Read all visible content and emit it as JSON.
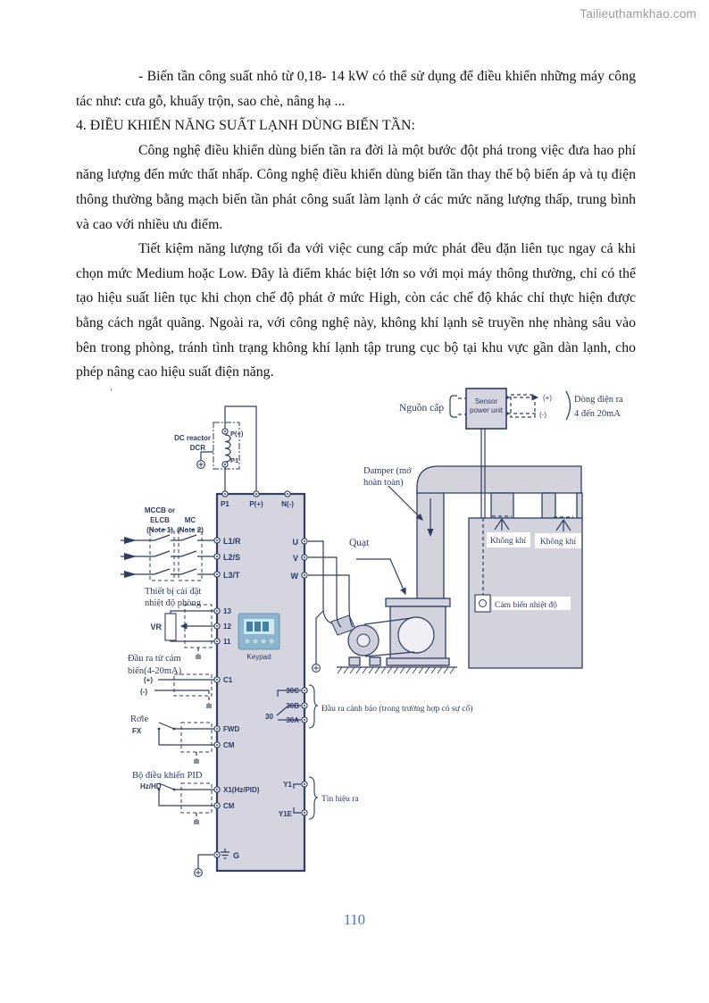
{
  "watermark": "Tailieuthamkhao.com",
  "page_number": "110",
  "paragraphs": {
    "p1": "- Biến tần công suất nhỏ từ 0,18- 14 kW có thể sử dụng để điều khiển những máy công tác như: cưa gỗ, khuấy trộn, sao chè, nâng hạ ...",
    "heading": "4. ĐIỀU KHIỂN NĂNG SUẤT LẠNH DÙNG BIẾN TẦN:",
    "p2": "Công nghệ điều khiển dùng biến tần ra đời là một bước đột phá trong việc đưa hao phí năng lượng đến mức thất nhấp. Công nghệ điều khiển dùng biến tần thay thế bộ biến áp và tụ điện thông thường bằng mạch biến tần phát công suất làm lạnh ở các mức năng lượng thấp, trung bình và cao với nhiều ưu điểm.",
    "p3": "Tiết kiệm năng lượng tối đa với việc cung cấp mức phát đều đặn liên tục ngay cả khi chọn mức Medium hoặc Low. Đây là điểm khác biệt lớn so với mọi máy thông thường, chỉ có thể tạo hiệu suất liên tục khi chọn chế độ phát ở mức High, còn các chế độ khác chỉ thực hiện được bằng cách ngắt quãng. Ngoài ra, với công nghệ này, không khí lạnh sẽ truyền nhẹ nhàng sâu vào bên trong phòng, tránh tình trạng không khí lạnh tập trung cục bộ tại khu vực gần dàn lạnh, cho phép nâng cao hiệu suất điện năng."
  },
  "colors": {
    "diagram_line": "#303d63",
    "inverter_fill": "#d4d5e1",
    "duct_fill": "#d2d3dc",
    "page_number": "#4a74c0",
    "watermark": "#9b9b9b",
    "keypad_blue": "#8cb4cd"
  },
  "diagram": {
    "labels": {
      "stray": "’",
      "dc_reactor_1": "DC reactor",
      "dc_reactor_2": "DCR",
      "reactor_p_plus": "P(+)",
      "reactor_p1": "P1",
      "term_p1": "P1",
      "term_p_plus": "P(+)",
      "term_n_minus": "N(-)",
      "mccb_1": "MCCB or",
      "mccb_2": "ELCB",
      "mccb_3": "(Note 1)",
      "mc_1": "MC",
      "mc_2": "(Note 2)",
      "l1r": "L1/R",
      "l2s": "L2/S",
      "l3t": "L3/T",
      "u": "U",
      "v": "V",
      "w": "W",
      "room_temp_1": "Thiết bị cài đặt",
      "room_temp_2": "nhiệt độ phòng",
      "t13": "13",
      "t12": "12",
      "t11": "11",
      "vr": "VR",
      "sensor_out_1": "Đầu ra từ cảm",
      "sensor_out_2": "biến(4-20mA)",
      "plus": "(+)",
      "minus": "(-)",
      "c1": "C1",
      "role": "Rơle",
      "fx": "FX",
      "fwd": "FWD",
      "cm1": "CM",
      "pid": "Bộ điều khiển PID",
      "hzhd": "Hz/HD",
      "x1": "X1(Hz/PID)",
      "cm2": "CM",
      "g": "G",
      "t30c": "30C",
      "t30b": "30B",
      "t30a": "30A",
      "t30": "30",
      "alarm_out": "Đầu ra cảnh báo (trong trường hợp có sự cố)",
      "y1": "Y1",
      "y1e": "Y1E",
      "signal_out": "Tín hiệu ra",
      "keypad": "Keypad",
      "nguon_cap": "Nguồn cấp",
      "sensor_power_1": "Sensor",
      "sensor_power_2": "power unit",
      "sp_plus": "(+)",
      "sp_minus": "(-)",
      "current_out_1": "Dòng điện ra",
      "current_out_2": "4 đến 20mA",
      "damper_1": "Damper (mở",
      "damper_2": "hoàn toàn)",
      "quat": "Quạt",
      "khong_khi_1": "Không khí",
      "khong_khi_2": "Không khí",
      "cam_bien": "Cảm biến nhiệt độ"
    }
  }
}
